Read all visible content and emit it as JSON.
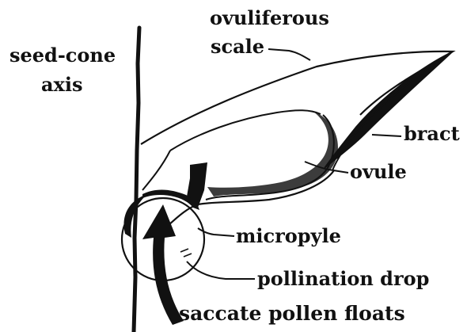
{
  "labels": {
    "ovuliferous": "ovuliferous",
    "scale": "scale",
    "seed_cone": "seed-cone",
    "axis": "axis",
    "bract": "bract",
    "ovule": "ovule",
    "micropyle": "micropyle",
    "pollination_drop": "pollination drop",
    "saccate_pollen": "saccate pollen floats"
  },
  "colors": {
    "ink": "#111111",
    "background": "#ffffff"
  }
}
